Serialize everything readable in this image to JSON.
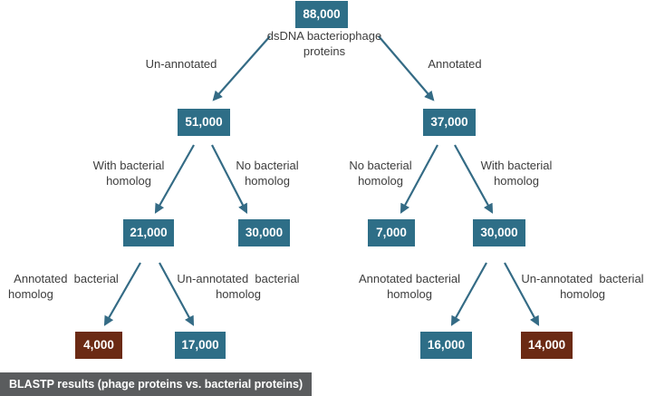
{
  "colors": {
    "node": "#2e6e87",
    "highlight": "#6b2a14",
    "arrow": "#346b85",
    "text": "#3d3d3d",
    "footer_bg": "#5a5c5e"
  },
  "nodes": {
    "root": "88,000",
    "unannotated": "51,000",
    "annotated": "37,000",
    "un_with": "21,000",
    "un_no": "30,000",
    "an_no": "7,000",
    "an_with": "30,000",
    "un_with_ann": "4,000",
    "un_with_unann": "17,000",
    "an_with_ann": "16,000",
    "an_with_unann": "14,000"
  },
  "labels": {
    "root_line1": "dsDNA bacteriophage",
    "root_line2": "proteins",
    "unannotated": "Un-annotated",
    "annotated": "Annotated",
    "with_line1": "With bacterial",
    "with_line2": "homolog",
    "no_line1": "No bacterial",
    "no_line2": "homolog",
    "ann_bact_line1": "Annotated  bacterial",
    "ann_bact_line1_b": "Annotated bacterial",
    "unann_bact_line1": "Un-annotated  bacterial",
    "unann_bact_line1_b": "Un-annotated  bacterial",
    "homolog": "homolog"
  },
  "footer": "BLASTP results (phage proteins vs. bacterial proteins)"
}
